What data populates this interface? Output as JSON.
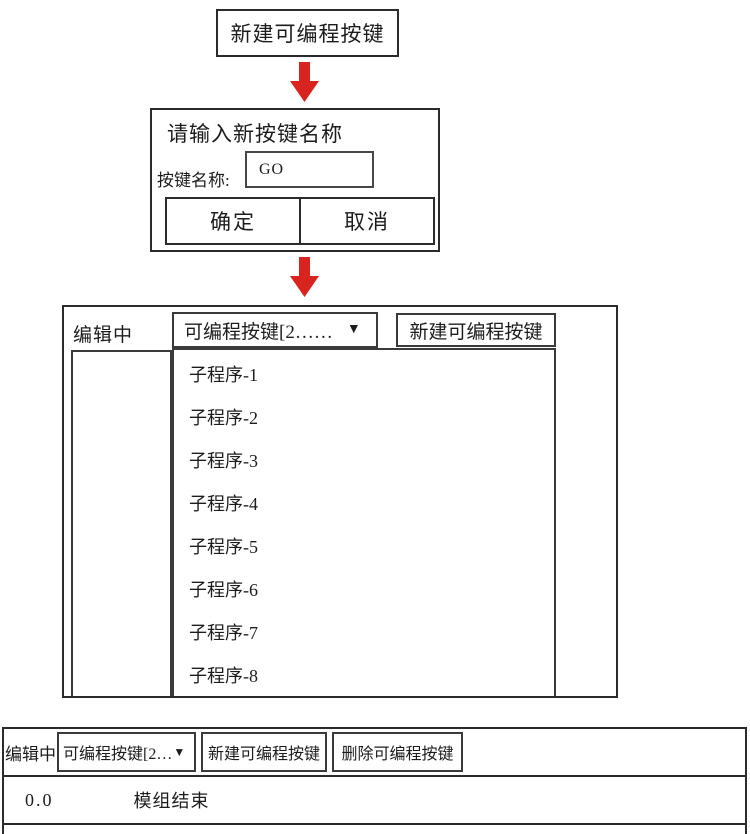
{
  "colors": {
    "arrow_red": "#d8231e",
    "border_dark": "#2b2b2b"
  },
  "icons": {
    "down_arrow": "down-arrow",
    "dropdown_caret": "▼"
  },
  "flow": {
    "top_button": {
      "label": "新建可编程按键"
    },
    "dialog": {
      "title": "请输入新按键名称",
      "name_label": "按键名称:",
      "name_value": "GO",
      "ok_label": "确定",
      "cancel_label": "取消"
    },
    "editor_panel": {
      "status_label": "编辑中",
      "dropdown_value": "可编程按键[2……",
      "new_button_label": "新建可编程按键",
      "subroutines": [
        "子程序-1",
        "子程序-2",
        "子程序-3",
        "子程序-4",
        "子程序-5",
        "子程序-6",
        "子程序-7",
        "子程序-8"
      ]
    },
    "bottom_bar": {
      "status_label": "编辑中",
      "dropdown_value": "可编程按键[2…",
      "new_button_label": "新建可编程按键",
      "delete_button_label": "删除可编程按键"
    },
    "status_row": {
      "line_number": "0.0",
      "text": "模组结束"
    }
  }
}
